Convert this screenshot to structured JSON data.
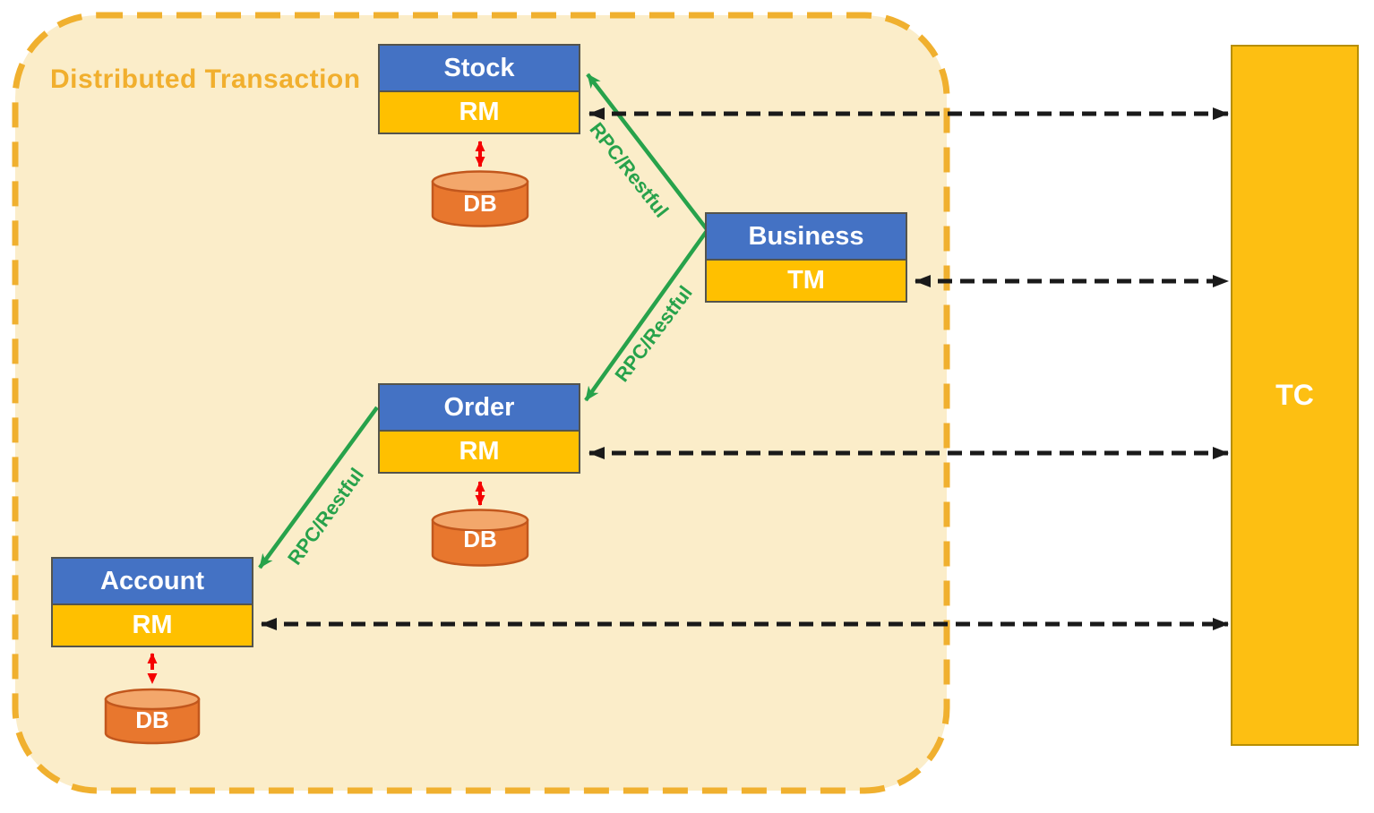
{
  "title": "Distributed Transaction",
  "services": {
    "stock": {
      "name": "Stock",
      "role": "RM"
    },
    "business": {
      "name": "Business",
      "role": "TM"
    },
    "order": {
      "name": "Order",
      "role": "RM"
    },
    "account": {
      "name": "Account",
      "role": "RM"
    }
  },
  "databases": {
    "stock": "DB",
    "order": "DB",
    "account": "DB"
  },
  "coordinator": {
    "label": "TC"
  },
  "edges": {
    "rpc_label": "RPC/Restful"
  },
  "colors": {
    "zone_fill": "#FBEDC9",
    "zone_border": "#F0B02F",
    "title_text": "#F1AF2E",
    "service_header_blue": "#4472C4",
    "resource_manager_gold": "#FFC000",
    "coordinator_gold": "#FDBF12",
    "db_cylinder_orange": "#E8772E",
    "db_cylinder_top": "#F3A76B",
    "rpc_arrow_green": "#27A24B",
    "db_link_red": "#F50000",
    "tc_link_black": "#1A1A1A"
  }
}
